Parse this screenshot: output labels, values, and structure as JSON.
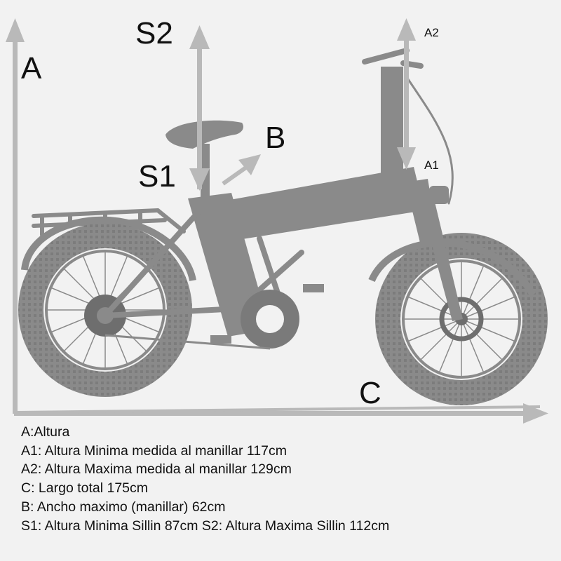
{
  "labels": {
    "a": "A",
    "s2": "S2",
    "s1": "S1",
    "b": "B",
    "a2": "A2",
    "a1": "A1",
    "c": "C"
  },
  "legend": [
    "A:Altura",
    "A1: Altura Minima medida al manillar  117cm",
    "A2: Altura Maxima medida al manillar 129cm",
    "C: Largo total 175cm",
    "B: Ancho maximo (manillar) 62cm",
    "S1: Altura Minima Sillin  87cm S2: Altura Maxima Sillin 112cm"
  ],
  "colors": {
    "background": "#f2f2f2",
    "bike": "#8a8a8a",
    "bike_dark": "#6e6e6e",
    "arrow": "#b9b9b9",
    "text": "#111111"
  }
}
